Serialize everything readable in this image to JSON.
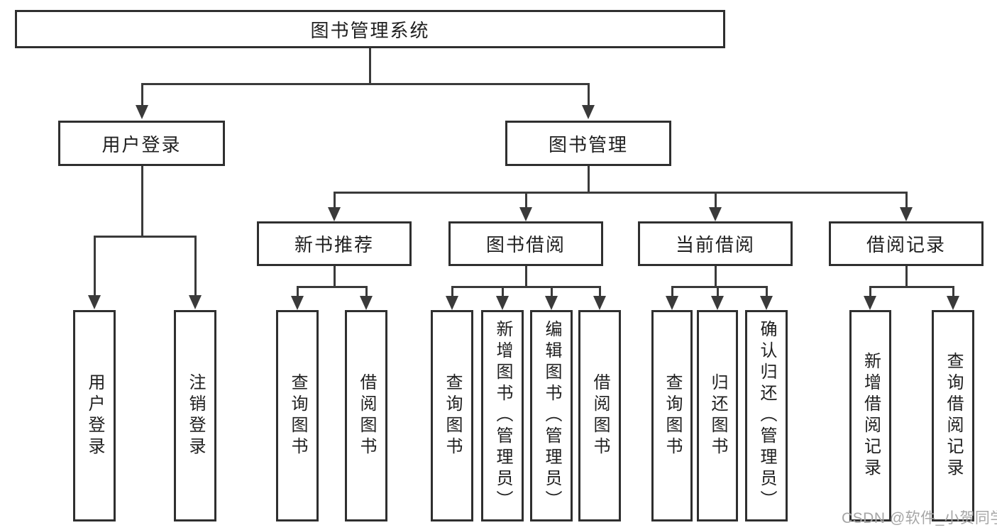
{
  "page": {
    "watermark": "CSDN @软件_小贺同学",
    "background": "#ffffff"
  },
  "colors": {
    "box_border": "#2f2f2f",
    "connector_line": "#3a3a3a",
    "text": "#1f1f1f",
    "watermark_text": "#a6a6a6"
  },
  "tree": {
    "root": {
      "label": "图书管理系统"
    },
    "branches": [
      {
        "label": "用户登录",
        "children": [
          {
            "label": "用户登录"
          },
          {
            "label": "注销登录"
          }
        ]
      },
      {
        "label": "图书管理",
        "groups": [
          {
            "label": "新书推荐",
            "children": [
              {
                "label": "查询图书"
              },
              {
                "label": "借阅图书"
              }
            ]
          },
          {
            "label": "图书借阅",
            "children": [
              {
                "label": "查询图书"
              },
              {
                "label": "新增图书（管理员）"
              },
              {
                "label": "编辑图书（管理员）"
              },
              {
                "label": "借阅图书"
              }
            ]
          },
          {
            "label": "当前借阅",
            "children": [
              {
                "label": "查询图书"
              },
              {
                "label": "归还图书"
              },
              {
                "label": "确认归还（管理员）"
              }
            ]
          },
          {
            "label": "借阅记录",
            "children": [
              {
                "label": "新增借阅记录"
              },
              {
                "label": "查询借阅记录"
              }
            ]
          }
        ]
      }
    ]
  }
}
